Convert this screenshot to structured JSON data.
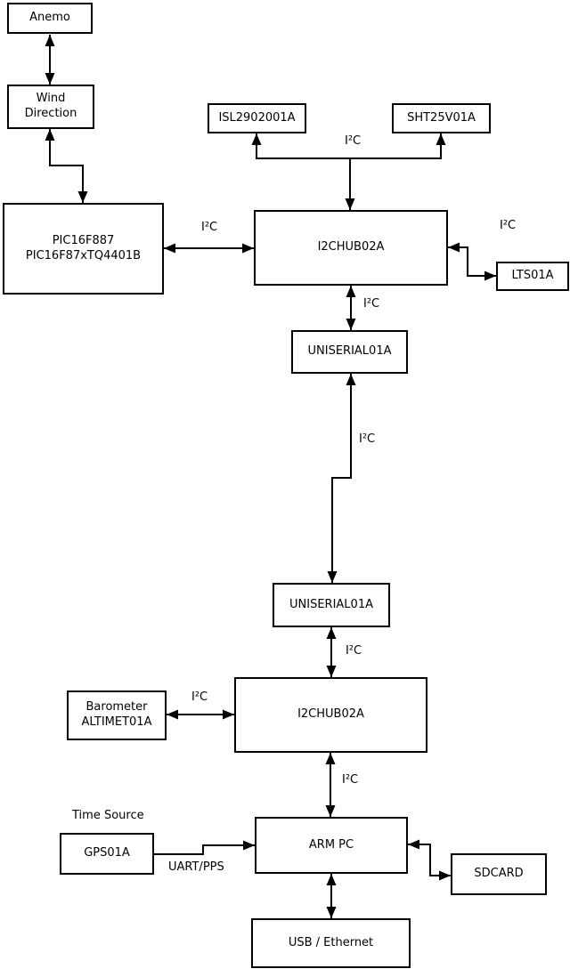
{
  "nodes": {
    "anemo": {
      "label": "Anemo"
    },
    "wind_direction": {
      "line1": "Wind",
      "line2": "Direction"
    },
    "pic": {
      "line1": "PIC16F887",
      "line2": "PIC16F87xTQ4401B"
    },
    "isl": {
      "label": "ISL2902001A"
    },
    "sht": {
      "label": "SHT25V01A"
    },
    "i2c_hub_upper": {
      "label": "I2CHUB02A"
    },
    "lts": {
      "label": "LTS01A"
    },
    "uniserial_upper": {
      "label": "UNISERIAL01A"
    },
    "uniserial_lower": {
      "label": "UNISERIAL01A"
    },
    "i2c_hub_lower": {
      "label": "I2CHUB02A"
    },
    "barometer": {
      "line1": "Barometer",
      "line2": "ALTIMET01A"
    },
    "gps": {
      "label": "GPS01A"
    },
    "arm_pc": {
      "label": "ARM PC"
    },
    "sdcard": {
      "label": "SDCARD"
    },
    "usb_ethernet": {
      "label": "USB / Ethernet"
    }
  },
  "labels": {
    "bus_pic_hub": "I²C",
    "bus_sensors": "I²C",
    "bus_lts": "I²C",
    "bus_hub_uniserial": "I²C",
    "bus_uniserial_link": "I²C",
    "bus_uniserial_hub_lower": "I²C",
    "bus_barometer": "I²C",
    "bus_hub_arm": "I²C",
    "time_source": "Time Source",
    "uart_pps": "UART/PPS"
  },
  "connections": [
    {
      "from": "Anemo",
      "to": "Wind Direction",
      "bidirectional": true,
      "label": ""
    },
    {
      "from": "Wind Direction",
      "to": "PIC16F887 PIC16F87xTQ4401B",
      "bidirectional": true,
      "label": ""
    },
    {
      "from": "PIC16F887 PIC16F87xTQ4401B",
      "to": "I2CHUB02A (upper)",
      "bidirectional": true,
      "label": "I²C"
    },
    {
      "from": "I2CHUB02A (upper)",
      "to": "ISL2902001A",
      "bidirectional": true,
      "label": "I²C"
    },
    {
      "from": "I2CHUB02A (upper)",
      "to": "SHT25V01A",
      "bidirectional": true,
      "label": "I²C"
    },
    {
      "from": "I2CHUB02A (upper)",
      "to": "LTS01A",
      "bidirectional": true,
      "label": "I²C"
    },
    {
      "from": "I2CHUB02A (upper)",
      "to": "UNISERIAL01A (upper)",
      "bidirectional": true,
      "label": "I²C"
    },
    {
      "from": "UNISERIAL01A (upper)",
      "to": "UNISERIAL01A (lower)",
      "bidirectional": true,
      "label": "I²C"
    },
    {
      "from": "UNISERIAL01A (lower)",
      "to": "I2CHUB02A (lower)",
      "bidirectional": true,
      "label": "I²C"
    },
    {
      "from": "Barometer ALTIMET01A",
      "to": "I2CHUB02A (lower)",
      "bidirectional": true,
      "label": "I²C"
    },
    {
      "from": "I2CHUB02A (lower)",
      "to": "ARM PC",
      "bidirectional": true,
      "label": "I²C"
    },
    {
      "from": "GPS01A",
      "to": "ARM PC",
      "bidirectional": false,
      "label": "UART/PPS"
    },
    {
      "from": "ARM PC",
      "to": "SDCARD",
      "bidirectional": true,
      "label": ""
    },
    {
      "from": "ARM PC",
      "to": "USB / Ethernet",
      "bidirectional": true,
      "label": ""
    }
  ],
  "colors": {
    "background": "#ffffff",
    "box_fill": "#ffffff",
    "box_border": "#000000",
    "line": "#000000",
    "text": "#000000"
  }
}
